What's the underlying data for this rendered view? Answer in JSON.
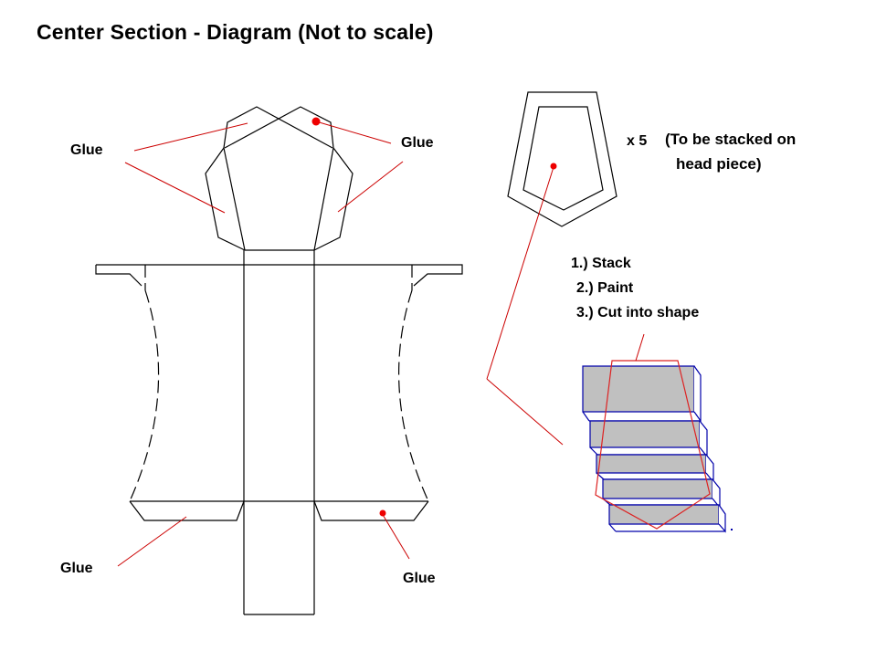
{
  "title": "Center Section - Diagram (Not to scale)",
  "labels": {
    "glue_top_left": "Glue",
    "glue_top_right": "Glue",
    "glue_bottom_left": "Glue",
    "glue_bottom_right": "Glue",
    "count": "x 5",
    "stack_note_line1": "(To be stacked on",
    "stack_note_line2": "head piece)"
  },
  "steps": [
    "1.) Stack",
    "2.) Paint",
    "3.) Cut into shape"
  ],
  "colors": {
    "outline": "#000000",
    "leader": "#cc0000",
    "dot": "#ee0000",
    "block_fill": "#c0c0c0",
    "block_edge": "#0000aa"
  }
}
